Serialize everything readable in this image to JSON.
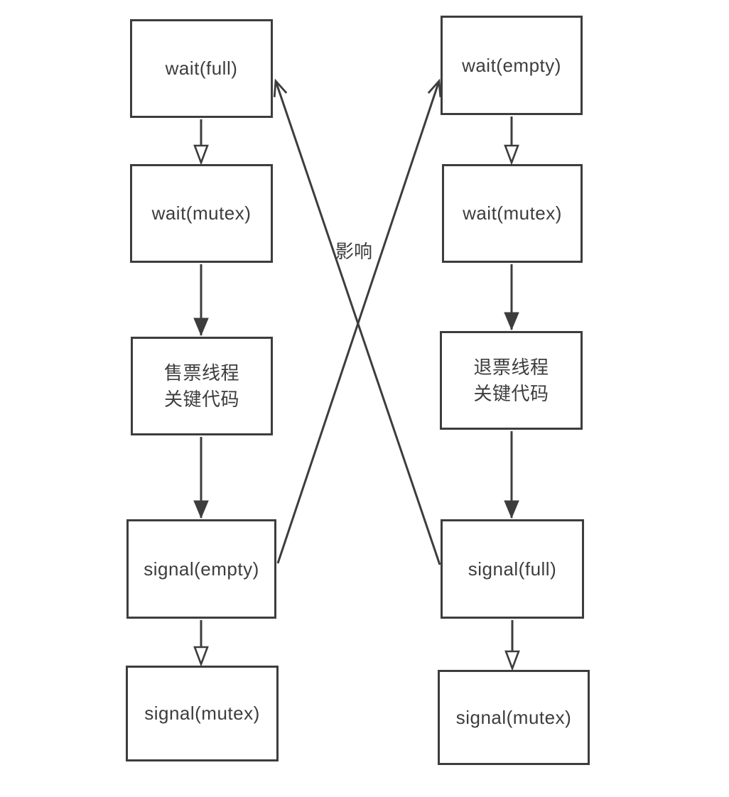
{
  "diagram": {
    "type": "flowchart",
    "background_color": "#ffffff",
    "line_color": "#3d3d3d",
    "text_color": "#3d3d3d",
    "edge_label": "影响",
    "nodes": {
      "l1": {
        "label": "wait(full)"
      },
      "l2": {
        "label": "wait(mutex)"
      },
      "l3": {
        "line1": "售票线程",
        "line2": "关键代码"
      },
      "l4": {
        "label": "signal(empty)"
      },
      "l5": {
        "label": "signal(mutex)"
      },
      "r1": {
        "label": "wait(empty)"
      },
      "r2": {
        "label": "wait(mutex)"
      },
      "r3": {
        "line1": "退票线程",
        "line2": "关键代码"
      },
      "r4": {
        "label": "signal(full)"
      },
      "r5": {
        "label": "signal(mutex)"
      }
    },
    "edges": [
      {
        "from": "wait(full)",
        "to": "wait(mutex) (left)",
        "arrowhead": "hollow-triangle"
      },
      {
        "from": "wait(mutex) (left)",
        "to": "售票线程 关键代码",
        "arrowhead": "filled-triangle"
      },
      {
        "from": "售票线程 关键代码",
        "to": "signal(empty)",
        "arrowhead": "filled-triangle"
      },
      {
        "from": "signal(empty)",
        "to": "signal(mutex) (left)",
        "arrowhead": "hollow-triangle"
      },
      {
        "from": "wait(empty)",
        "to": "wait(mutex) (right)",
        "arrowhead": "hollow-triangle"
      },
      {
        "from": "wait(mutex) (right)",
        "to": "退票线程 关键代码",
        "arrowhead": "filled-triangle"
      },
      {
        "from": "退票线程 关键代码",
        "to": "signal(full)",
        "arrowhead": "filled-triangle"
      },
      {
        "from": "signal(full)",
        "to": "signal(mutex) (right)",
        "arrowhead": "hollow-triangle"
      },
      {
        "from": "signal(empty)",
        "to": "wait(empty)",
        "arrowhead": "open-vee",
        "label": "影响"
      },
      {
        "from": "signal(full)",
        "to": "wait(full)",
        "arrowhead": "open-vee",
        "label": "影响"
      }
    ]
  }
}
